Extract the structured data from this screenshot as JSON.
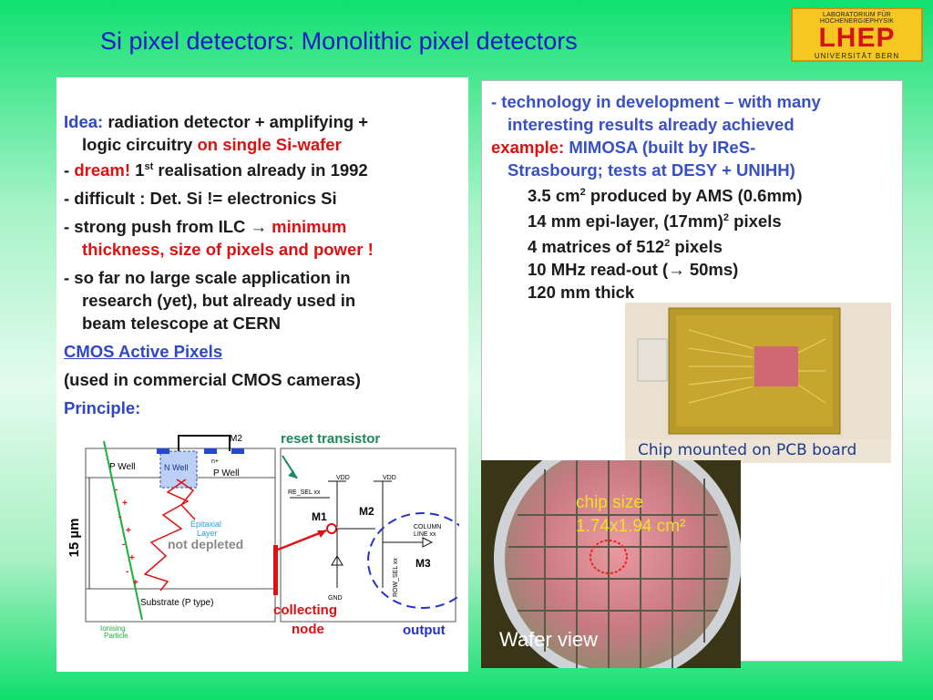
{
  "title": "Si pixel detectors: Monolithic pixel detectors",
  "logo": {
    "top": "LABORATORIUM FÜR HOCHENERGIEPHYSIK",
    "main": "LHEP",
    "bottom": "UNIVERSITÄT BERN"
  },
  "left": {
    "idea_label": "Idea:",
    "idea_text": " radiation detector + amplifying +",
    "idea_line2a": "logic circuitry ",
    "idea_line2b": "on single Si-wafer",
    "dream_dash": "-  ",
    "dream": "dream!",
    "dream_rest_a": " 1",
    "dream_sup": "st",
    "dream_rest_b": " realisation already in 1992",
    "difficult": "-  difficult : Det. Si != electronics Si",
    "push_a": "- strong push from ILC ",
    "push_arrow": "→",
    "push_red": " minimum",
    "push_line2": "thickness, size of pixels and power !",
    "sofar1": "- so far no large scale application in",
    "sofar2": "research (yet), but already used in",
    "sofar3": "beam telescope at CERN",
    "cmos": "CMOS Active Pixels",
    "used": "(used in commercial CMOS cameras)",
    "principle": "Principle:"
  },
  "right": {
    "tech1": "- technology in development – with many",
    "tech2": "interesting results already achieved",
    "example_label": "example",
    "example_colon": ": ",
    "example_text": "MIMOSA (built by IReS-",
    "example_line2": "Strasbourg; tests at DESY + UNIHH)",
    "spec1a": "3.5 cm",
    "spec1sup": "2",
    "spec1b": " produced by AMS (0.6mm)",
    "spec2": "14 mm epi-layer, (17mm)",
    "spec2sup": "2",
    "spec2b": " pixels",
    "spec3a": "4 matrices of 512",
    "spec3sup": "2",
    "spec3b": " pixels",
    "spec4a": "10 MHz read-out (",
    "spec4arrow": "→",
    "spec4b": " 50ms)",
    "spec5": "120 mm thick"
  },
  "pcb_caption": "Chip mounted on PCB board",
  "wafer": {
    "chip_size_1": "chip size",
    "chip_size_2": "1.74x1.94 cm²",
    "wafer_view": "Wafer view"
  },
  "diagram": {
    "dim_label": "15 µm",
    "pwell_left": "P Well",
    "nwell": "N Well",
    "pwell_right": "P Well",
    "m2_top": "M2",
    "n_plus": "n+",
    "epitaxial_1": "Epitaxial",
    "epitaxial_2": "Layer",
    "not_depleted": "not depleted",
    "substrate": "Substrate (P type)",
    "ionising_1": "Ionising",
    "ionising_2": "Particle",
    "reset_transistor": "reset transistor",
    "re_sel": "RE_SEL xx",
    "vdd1": "VDD",
    "vdd2": "VDD",
    "m1": "M1",
    "m2": "M2",
    "column_line_1": "COLUMN",
    "column_line_2": "LINE xx",
    "row_sel": "ROW_SEL xx",
    "m3": "M3",
    "gnd": "GND",
    "collecting_1": "collecting",
    "collecting_2": "node",
    "output": "output"
  },
  "colors": {
    "title_blue": "#1a1ac8",
    "text_blue": "#2d47c5",
    "text_red": "#e01010",
    "logo_yellow": "#f6c623",
    "logo_red": "#d41414"
  }
}
